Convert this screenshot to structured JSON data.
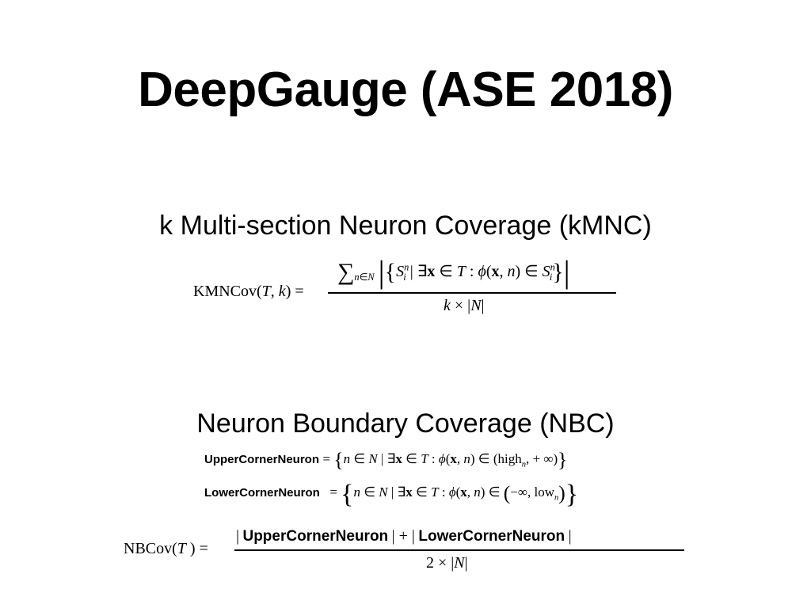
{
  "title": "DeepGauge (ASE 2018)",
  "kmnc": {
    "heading": "k Multi-section Neuron Coverage (kMNC)",
    "lhs": "KMNCov(T, k) =",
    "numerator": "∑n∈N |{S_i^n | ∃x ∈ T : ϕ(x, n) ∈ S_i^n}|",
    "denominator": "k × |N|"
  },
  "nbc": {
    "heading": "Neuron Boundary Coverage (NBC)",
    "upper_label": "UpperCornerNeuron",
    "upper_def": "= {n ∈ N | ∃x ∈ T : ϕ(x, n) ∈ (high_n, + ∞)}",
    "lower_label": "LowerCornerNeuron",
    "lower_def": "= {n ∈ N | ∃x ∈ T : ϕ(x, n) ∈ (−∞, low_n)}",
    "lhs": "NBCov(T ) =",
    "numerator_upper": "UpperCornerNeuron",
    "numerator_lower": "LowerCornerNeuron",
    "denominator": "2 × |N|"
  }
}
